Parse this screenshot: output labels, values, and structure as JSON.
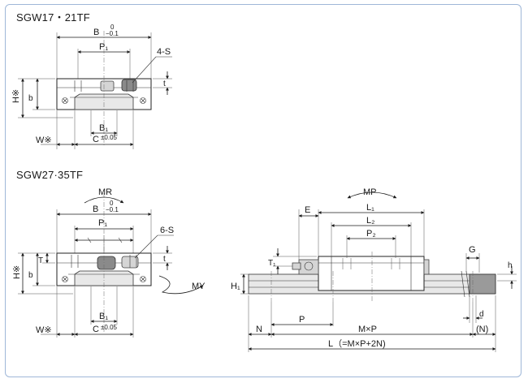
{
  "sections": {
    "top_title": "SGW17・21TF",
    "bottom_title": "SGW27·35TF"
  },
  "labels": {
    "B": "B",
    "B_tol_upper": "0",
    "B_tol_lower": "−0.1",
    "P1": "P₁",
    "four_S": "4-S",
    "six_S": "6-S",
    "H_star": "H※",
    "b": "b",
    "t": "t",
    "T": "T",
    "B1": "B₁",
    "C": "C",
    "C_tol": "±0.05",
    "W_star": "W※",
    "MR": "MR",
    "MY": "MY",
    "MP": "MP",
    "E": "E",
    "L1": "L₁",
    "L2": "L₂",
    "P2": "P₂",
    "T1": "T₁",
    "H1": "H₁",
    "G": "G",
    "h": "h",
    "d": "d",
    "P": "P",
    "N": "N",
    "MxP": "M×P",
    "N_paren": "(N)",
    "L_formula": "L（=M×P+2N)"
  }
}
